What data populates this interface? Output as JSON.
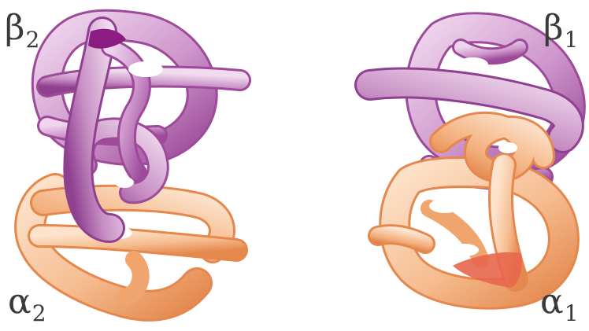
{
  "labels": {
    "beta2": {
      "greek": "β",
      "sub": "2"
    },
    "beta1": {
      "greek": "β",
      "sub": "1"
    },
    "alpha2": {
      "greek": "α",
      "sub": "2"
    },
    "alpha1": {
      "greek": "α",
      "sub": "1"
    }
  },
  "colors": {
    "beta_light": "#e3bfe2",
    "beta_mid": "#c488c1",
    "beta_dark": "#9c4a99",
    "beta_heme": "#8a1c82",
    "alpha_light": "#fbd7b8",
    "alpha_mid": "#f4b383",
    "alpha_dark": "#e4884d",
    "alpha_heme": "#e8664d",
    "background": "#ffffff"
  }
}
